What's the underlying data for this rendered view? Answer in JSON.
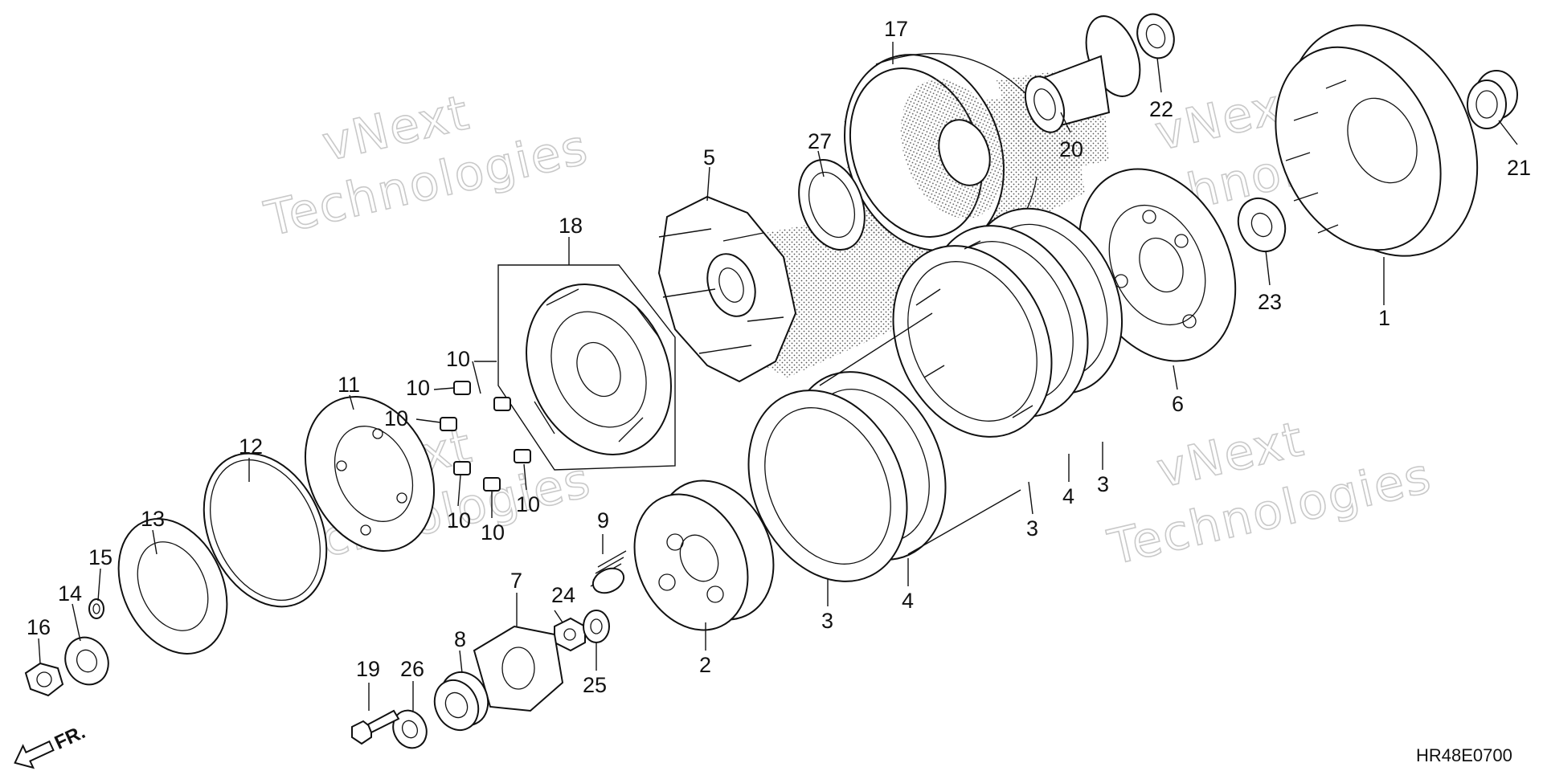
{
  "diagram_code": "HR48E0700",
  "direction_label": "FR.",
  "watermark": {
    "line1": "vNext",
    "line2": "Technologies"
  },
  "callouts": [
    {
      "id": "c1",
      "label": "1"
    },
    {
      "id": "c2",
      "label": "2"
    },
    {
      "id": "c3a",
      "label": "3"
    },
    {
      "id": "c3b",
      "label": "3"
    },
    {
      "id": "c3c",
      "label": "3"
    },
    {
      "id": "c4a",
      "label": "4"
    },
    {
      "id": "c4b",
      "label": "4"
    },
    {
      "id": "c5",
      "label": "5"
    },
    {
      "id": "c6",
      "label": "6"
    },
    {
      "id": "c7",
      "label": "7"
    },
    {
      "id": "c8",
      "label": "8"
    },
    {
      "id": "c9",
      "label": "9"
    },
    {
      "id": "c10a",
      "label": "10"
    },
    {
      "id": "c10b",
      "label": "10"
    },
    {
      "id": "c10c",
      "label": "10"
    },
    {
      "id": "c10d",
      "label": "10"
    },
    {
      "id": "c10e",
      "label": "10"
    },
    {
      "id": "c10f",
      "label": "10"
    },
    {
      "id": "c11",
      "label": "11"
    },
    {
      "id": "c12",
      "label": "12"
    },
    {
      "id": "c13",
      "label": "13"
    },
    {
      "id": "c14",
      "label": "14"
    },
    {
      "id": "c15",
      "label": "15"
    },
    {
      "id": "c16",
      "label": "16"
    },
    {
      "id": "c17",
      "label": "17"
    },
    {
      "id": "c18",
      "label": "18"
    },
    {
      "id": "c19",
      "label": "19"
    },
    {
      "id": "c20",
      "label": "20"
    },
    {
      "id": "c21",
      "label": "21"
    },
    {
      "id": "c22",
      "label": "22"
    },
    {
      "id": "c23",
      "label": "23"
    },
    {
      "id": "c24",
      "label": "24"
    },
    {
      "id": "c25",
      "label": "25"
    },
    {
      "id": "c26",
      "label": "26"
    },
    {
      "id": "c27",
      "label": "27"
    }
  ]
}
